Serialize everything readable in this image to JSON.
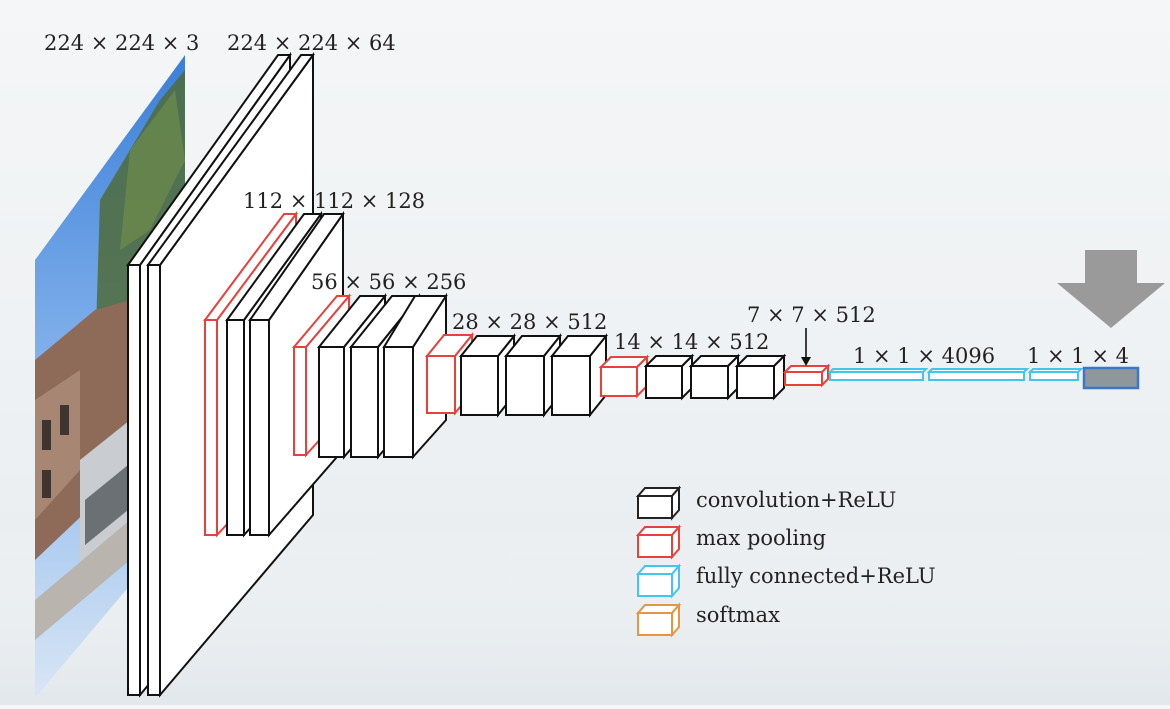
{
  "diagram": {
    "dimension_labels": [
      "224 × 224 × 3",
      "224 × 224 × 64",
      "112 × 112 × 128",
      "56 × 56 × 256",
      "28 × 28 × 512",
      "14 × 14 × 512",
      "7 × 7 × 512",
      "1 × 1 × 4096",
      "1 × 1 × 4"
    ],
    "legend": [
      {
        "label": "convolution+ReLU",
        "color": "#222222"
      },
      {
        "label": "max pooling",
        "color": "#e8403a"
      },
      {
        "label": "fully connected+ReLU",
        "color": "#42c6ee"
      },
      {
        "label": "softmax",
        "color": "#e89540"
      }
    ],
    "colors": {
      "conv": "#222222",
      "pool": "#e8403a",
      "fc": "#42c6ee",
      "softmax_box_stroke": "#3a78c8",
      "softmax_box_fill": "#8f969c",
      "arrow": "#9a9a9a"
    }
  }
}
